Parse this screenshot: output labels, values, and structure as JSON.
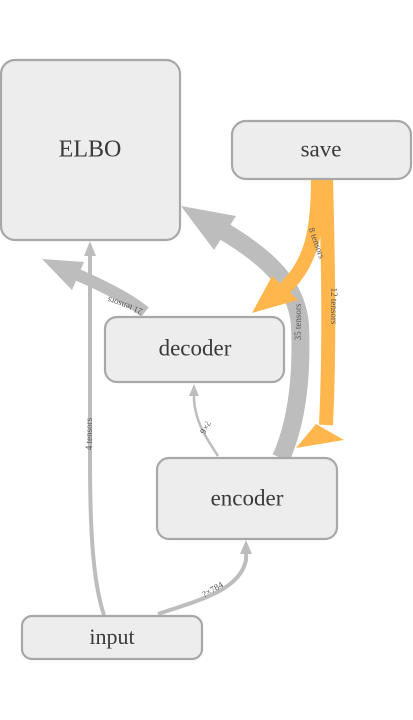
{
  "nodes": {
    "elbo": "ELBO",
    "save": "save",
    "decoder": "decoder",
    "encoder": "encoder",
    "input": "input"
  },
  "edges": {
    "decoder_to_elbo": "21 tensors",
    "encoder_to_elbo": "35 tensors",
    "input_to_elbo": "4 tensors",
    "encoder_to_decoder": "?×6",
    "input_to_encoder": "?×784",
    "save_to_decoder": "8 tensors",
    "save_to_encoder": "12 tensors"
  },
  "colors": {
    "node_fill": "#ededed",
    "node_border": "#a8a8a8",
    "data_edge": "#bdbdbd",
    "control_edge": "#ffb74d"
  }
}
